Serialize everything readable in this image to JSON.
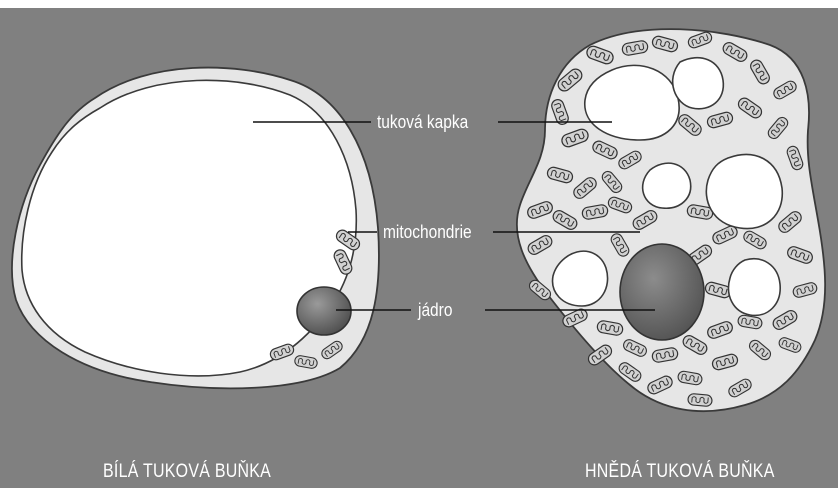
{
  "colors": {
    "background": "#808080",
    "cell_fill": "#e6e6e6",
    "outline": "#3a3a3a",
    "droplet": "#ffffff",
    "nucleus": "#6e6e6e",
    "text": "#ffffff"
  },
  "labels": {
    "fat_droplet": "tuková kapka",
    "mitochondria": "mitochondrie",
    "nucleus": "jádro"
  },
  "captions": {
    "white_cell": "BÍLÁ TUKOVÁ BUŇKA",
    "brown_cell": "HNĚDÁ TUKOVÁ BUŇKA"
  }
}
